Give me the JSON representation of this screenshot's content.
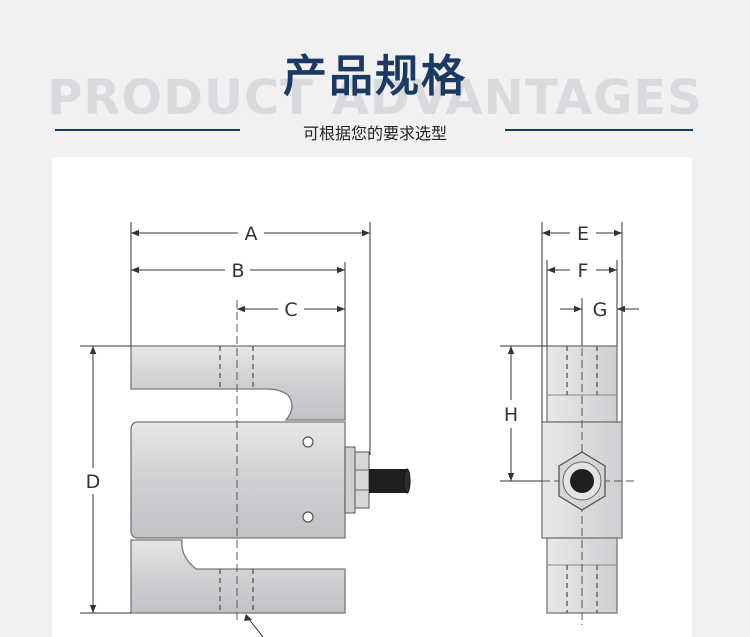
{
  "header": {
    "title": "产品规格",
    "watermark": "PRODUCT ADVANTAGES",
    "subtitle": "可根据您的要求选型"
  },
  "diagram": {
    "labels": {
      "A": "A",
      "B": "B",
      "C": "C",
      "D": "D",
      "E": "E",
      "F": "F",
      "G": "G",
      "H": "H"
    }
  },
  "colors": {
    "title": "#1b3a63",
    "background": "#f1f1f2",
    "panel": "#ffffff"
  }
}
